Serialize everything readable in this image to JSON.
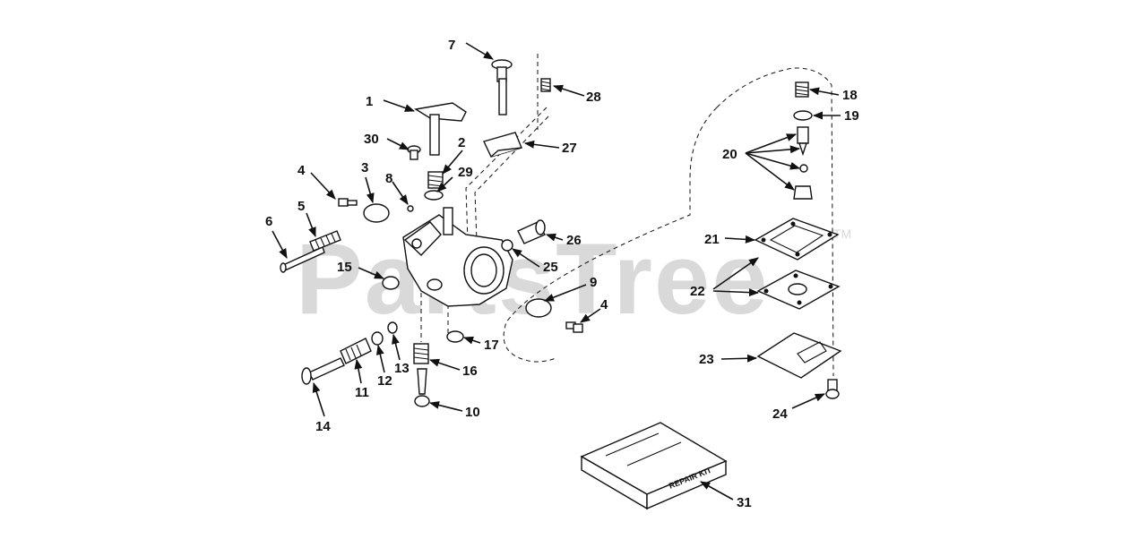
{
  "watermark": {
    "text": "PartsTree",
    "trademark": "TM"
  },
  "repair_kit": {
    "label": "REPAIR KIT"
  },
  "callouts": [
    {
      "id": "c1",
      "text": "1"
    },
    {
      "id": "c2",
      "text": "2"
    },
    {
      "id": "c3",
      "text": "3"
    },
    {
      "id": "c4a",
      "text": "4"
    },
    {
      "id": "c4b",
      "text": "4"
    },
    {
      "id": "c5",
      "text": "5"
    },
    {
      "id": "c6",
      "text": "6"
    },
    {
      "id": "c7",
      "text": "7"
    },
    {
      "id": "c8",
      "text": "8"
    },
    {
      "id": "c9",
      "text": "9"
    },
    {
      "id": "c10",
      "text": "10"
    },
    {
      "id": "c11",
      "text": "11"
    },
    {
      "id": "c12",
      "text": "12"
    },
    {
      "id": "c13",
      "text": "13"
    },
    {
      "id": "c14",
      "text": "14"
    },
    {
      "id": "c15",
      "text": "15"
    },
    {
      "id": "c16",
      "text": "16"
    },
    {
      "id": "c17",
      "text": "17"
    },
    {
      "id": "c18",
      "text": "18"
    },
    {
      "id": "c19",
      "text": "19"
    },
    {
      "id": "c20",
      "text": "20"
    },
    {
      "id": "c21",
      "text": "21"
    },
    {
      "id": "c22",
      "text": "22"
    },
    {
      "id": "c23",
      "text": "23"
    },
    {
      "id": "c24",
      "text": "24"
    },
    {
      "id": "c25",
      "text": "25"
    },
    {
      "id": "c26",
      "text": "26"
    },
    {
      "id": "c27",
      "text": "27"
    },
    {
      "id": "c28",
      "text": "28"
    },
    {
      "id": "c29",
      "text": "29"
    },
    {
      "id": "c30",
      "text": "30"
    },
    {
      "id": "c31",
      "text": "31"
    }
  ]
}
